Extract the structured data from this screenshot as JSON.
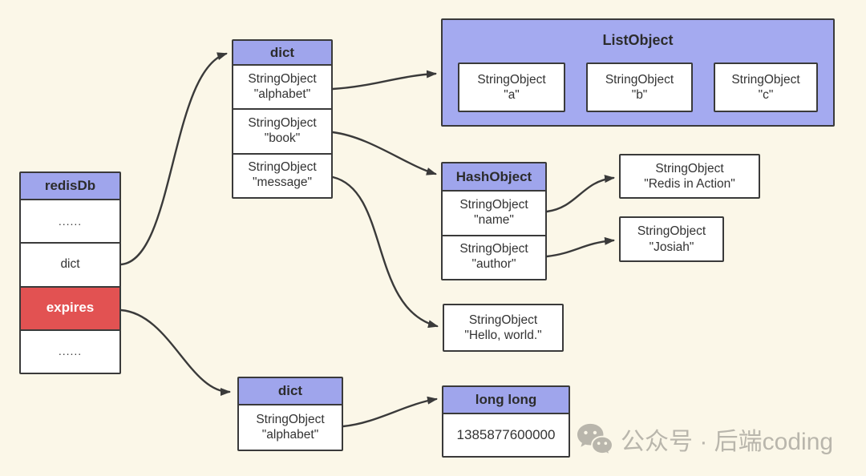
{
  "colors": {
    "background": "#fbf7e8",
    "header_purple": "#9fa5ec",
    "list_purple": "#a4aaf0",
    "expires_red": "#e25252",
    "line_dark": "#3a3a3a",
    "watermark_gray": "#b9b6ac"
  },
  "nodes": {
    "redisdb": {
      "title": "redisDb",
      "rows": [
        {
          "text": "......"
        },
        {
          "text": "dict"
        },
        {
          "text": "expires"
        },
        {
          "text": "......"
        }
      ]
    },
    "dict_main": {
      "title": "dict",
      "rows": [
        {
          "l1": "StringObject",
          "l2": "\"alphabet\""
        },
        {
          "l1": "StringObject",
          "l2": "\"book\""
        },
        {
          "l1": "StringObject",
          "l2": "\"message\""
        }
      ]
    },
    "list_object": {
      "title": "ListObject",
      "items": [
        {
          "l1": "StringObject",
          "l2": "\"a\""
        },
        {
          "l1": "StringObject",
          "l2": "\"b\""
        },
        {
          "l1": "StringObject",
          "l2": "\"c\""
        }
      ]
    },
    "hash_object": {
      "title": "HashObject",
      "rows": [
        {
          "l1": "StringObject",
          "l2": "\"name\""
        },
        {
          "l1": "StringObject",
          "l2": "\"author\""
        }
      ]
    },
    "str_redis_in_action": {
      "l1": "StringObject",
      "l2": "\"Redis in Action\""
    },
    "str_josiah": {
      "l1": "StringObject",
      "l2": "\"Josiah\""
    },
    "str_hello": {
      "l1": "StringObject",
      "l2": "\"Hello, world.\""
    },
    "dict_expires": {
      "title": "dict",
      "rows": [
        {
          "l1": "StringObject",
          "l2": "\"alphabet\""
        }
      ]
    },
    "long_long": {
      "title": "long long",
      "value": "1385877600000"
    }
  },
  "watermark": {
    "icon": "wechat-icon",
    "text": "公众号 · 后端coding"
  }
}
